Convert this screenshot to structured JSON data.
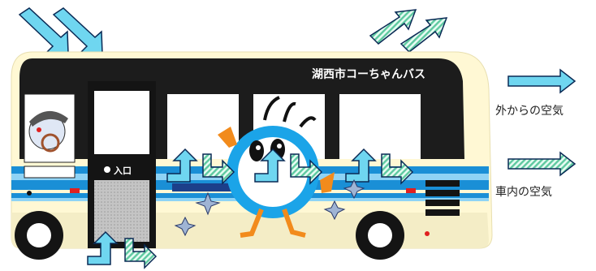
{
  "bus": {
    "banner_text": "湖西市コーちゃんバス",
    "door_label": "入口",
    "side_label": "",
    "colors": {
      "body": "#fff8d4",
      "roof_band": "#1c1c1c",
      "stripe_blue": "#1a8fd6",
      "stripe_light": "#8fd3f5",
      "dark": "#141414",
      "door_panel": "#b9b9b9"
    }
  },
  "legend": {
    "items": [
      {
        "label": "外からの空気",
        "icon": "outside-air-arrow-icon",
        "color": "#6fd6f0"
      },
      {
        "label": "車内の空気",
        "icon": "inside-air-arrow-icon",
        "color": "#9be4d0"
      }
    ]
  }
}
